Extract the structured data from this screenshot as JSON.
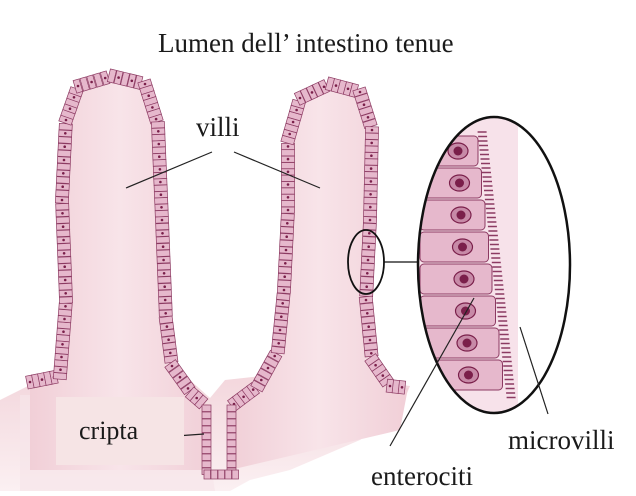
{
  "title": "Lumen dell’ intestino tenue",
  "labels": {
    "villi": "villi",
    "cripta": "cripta",
    "microvilli": "microvilli",
    "enterociti": "enterociti"
  },
  "colors": {
    "tissue_dark": "#f0d3d9",
    "tissue_light": "#fbeef1",
    "lamina_core": "#f6dde3",
    "cell_fill": "#e6b8cc",
    "cell_outline": "#8c3a62",
    "nucleus": "#7a1f4a",
    "cripta_box": "#f6e4e5",
    "line": "#222222"
  }
}
